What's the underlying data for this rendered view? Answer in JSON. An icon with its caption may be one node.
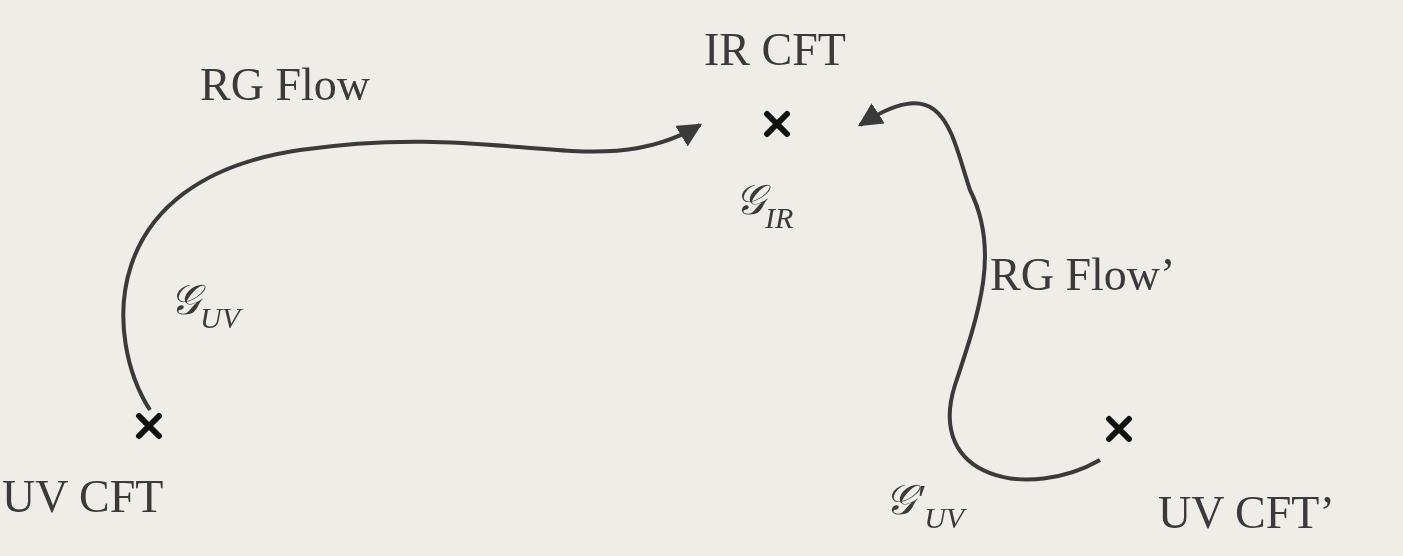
{
  "diagram": {
    "nodes": [
      {
        "text": [
          "UV CFT"
        ]
      },
      {
        "text": [
          "IR CFT"
        ]
      },
      {
        "text": [
          "UV CFT’"
        ]
      }
    ],
    "edges": [
      {
        "from": 0,
        "to": 1,
        "arrow": "to",
        "label": "RG Flow"
      },
      {
        "from": 2,
        "to": 1,
        "arrow": "to",
        "label": "RG Flow’"
      }
    ],
    "labels": [
      "𝒢$_{UV}$",
      "𝒢$_{IR}$",
      "𝒢′$_{UV}$"
    ]
  }
}
